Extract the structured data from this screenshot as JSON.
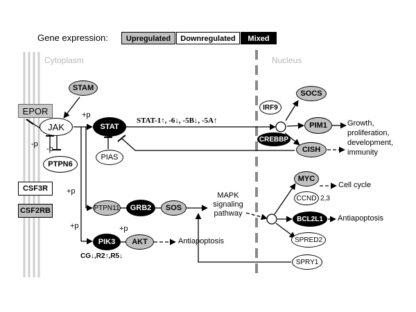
{
  "legend": {
    "title": "Gene expression:",
    "up": "Upregulated",
    "down": "Downregulated",
    "mixed": "Mixed"
  },
  "regions": {
    "cytoplasm": "Cytoplasm",
    "nucleus": "Nucleus"
  },
  "receptors": {
    "epor": "EPOR",
    "csf3r": "CSF3R",
    "csf2rb": "CSF2RB"
  },
  "nodes": {
    "stam": "STAM",
    "jak": "JAK",
    "ptpn6": "PTPN6",
    "stat": "STAT",
    "pias": "PIAS",
    "ptpn11": "PTPN11",
    "grb2": "GRB2",
    "sos": "SOS",
    "pik3": "PIK3",
    "akt": "AKT",
    "irf9": "IRF9",
    "crebbp": "CREBBP",
    "socs": "SOCS",
    "pim1": "PIM1",
    "cish": "CISH",
    "myc": "MYC",
    "ccnd": "CCND",
    "bcl2l1": "BCL2L1",
    "spred2": "SPRED2",
    "spry1": "SPRY1"
  },
  "labels": {
    "p_plus": "+p",
    "p_minus": "-p",
    "stat_changes": "STAT-1↑, -6↓, -5B↓, -5A↑",
    "pik3_changes": "CG↓,R2↑,R5↓",
    "ccnd_sub": "2,3",
    "mapk": [
      "MAPK",
      "signaling",
      "pathway"
    ],
    "growth": [
      "Growth,",
      "proliferation,",
      "development,",
      "immunity"
    ],
    "cell_cycle": "Cell cycle",
    "antiapoptosis": "Antiapoptosis"
  }
}
